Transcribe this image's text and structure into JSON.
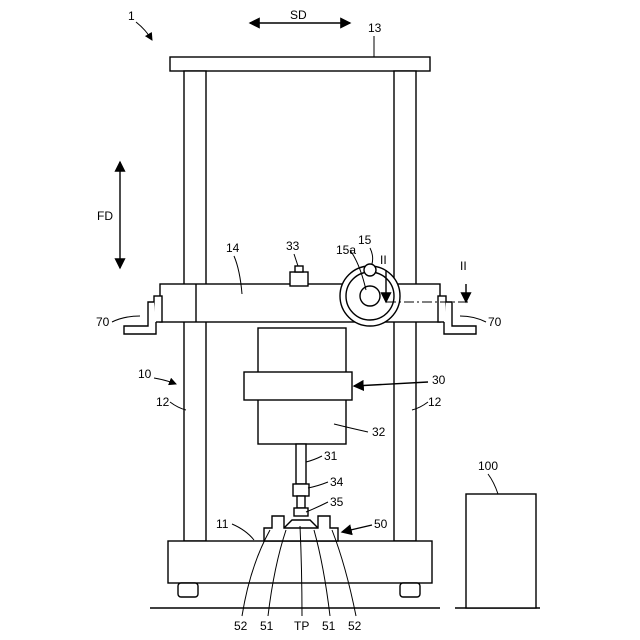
{
  "labels": {
    "fig_ref": "1",
    "sd": "SD",
    "top_plate": "13",
    "fd": "FD",
    "beam": "14",
    "part_33": "33",
    "part_15": "15",
    "part_15a": "15a",
    "section_left": "II",
    "section_right": "II",
    "handle_left": "70",
    "handle_right": "70",
    "body_ref": "10",
    "column_left": "12",
    "column_right": "12",
    "part_30": "30",
    "part_32": "32",
    "part_31": "31",
    "part_34": "34",
    "part_35": "35",
    "base": "11",
    "fixture": "50",
    "controller": "100",
    "bottom_1": "52",
    "bottom_2": "51",
    "bottom_3": "TP",
    "bottom_4": "51",
    "bottom_5": "52"
  }
}
